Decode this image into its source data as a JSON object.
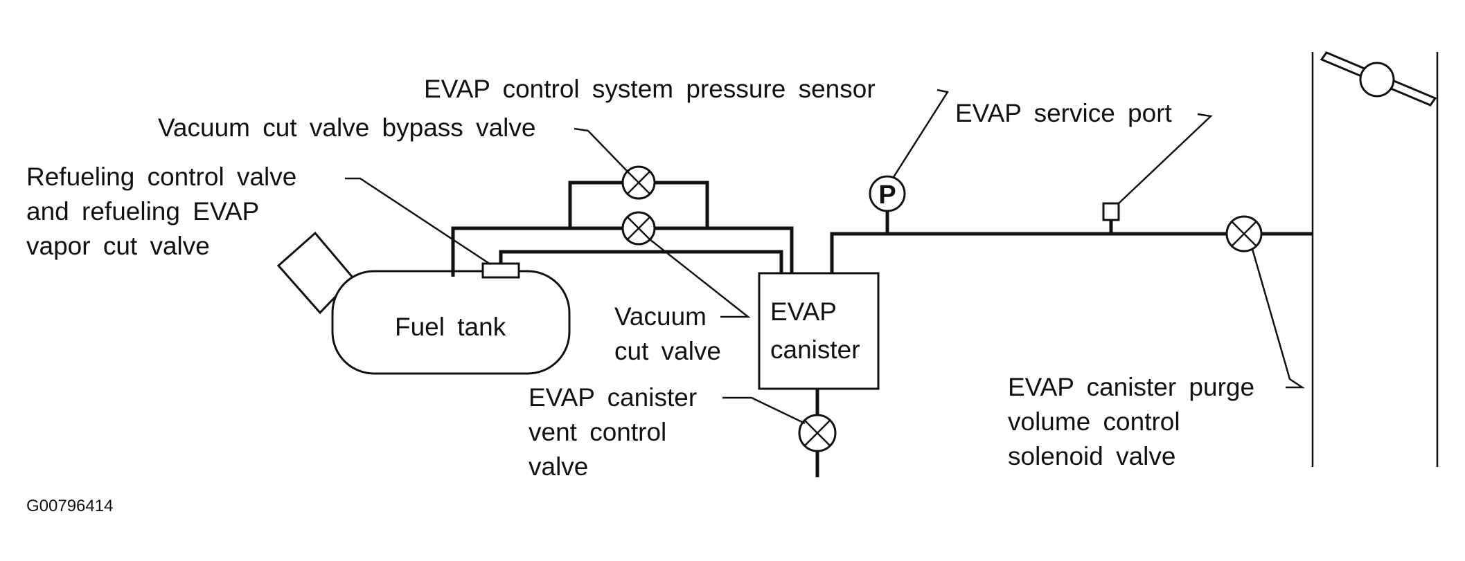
{
  "labels": {
    "pressure_sensor": "EVAP control system pressure sensor",
    "bypass_valve": "Vacuum cut valve bypass valve",
    "service_port": "EVAP service port",
    "refueling_line1": "Refueling control valve",
    "refueling_line2": "and refueling EVAP",
    "refueling_line3": "vapor cut valve",
    "fuel_tank": "Fuel tank",
    "vacuum_cut_line1": "Vacuum",
    "vacuum_cut_line2": "cut valve",
    "canister_line1": "EVAP",
    "canister_line2": "canister",
    "vent_line1": "EVAP canister",
    "vent_line2": "vent control",
    "vent_line3": "valve",
    "purge_line1": "EVAP canister purge",
    "purge_line2": "volume control",
    "purge_line3": "solenoid valve",
    "sensor_symbol": "P",
    "figure_id": "G00796414"
  }
}
